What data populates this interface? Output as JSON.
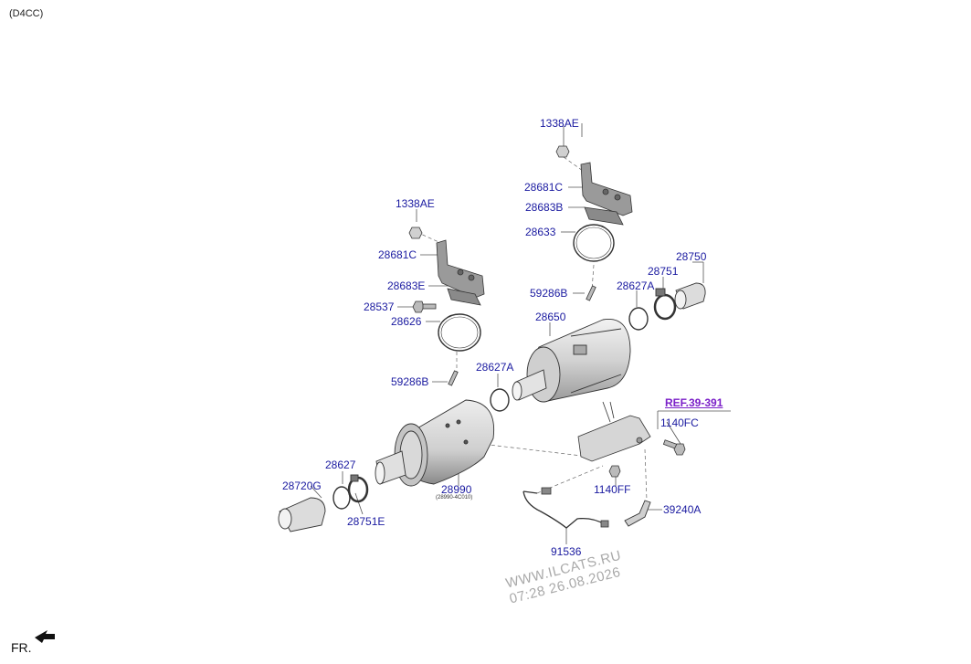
{
  "header": {
    "variant": "(D4CC)"
  },
  "footer": {
    "direction": "FR."
  },
  "watermark": {
    "line1": "WWW.ILCATS.RU",
    "line2": "07:28 26.08.2026"
  },
  "labels": {
    "p1338ae_top": "1338AE",
    "p28681c_top": "28681C",
    "p28683b": "28683B",
    "p28633": "28633",
    "p59286b_top": "59286B",
    "p28627a_top": "28627A",
    "p28751_top": "28751",
    "p28750": "28750",
    "p28650": "28650",
    "p1338ae_left": "1338AE",
    "p28681c_left": "28681C",
    "p28683e": "28683E",
    "p28537": "28537",
    "p28626": "28626",
    "p59286b_left": "59286B",
    "p28627a_mid": "28627A",
    "ref": "REF.39-391",
    "p1140fc": "1140FC",
    "p1140ff": "1140FF",
    "p39240a": "39240A",
    "p91536": "91536",
    "p28990": "28990",
    "p28990_sub": "(28990-4C010)",
    "p28627": "28627",
    "p28720g": "28720G",
    "p28751e": "28751E"
  },
  "colors": {
    "label": "#1a1aa0",
    "ref": "#7b20c8",
    "part_stroke": "#333333",
    "part_fill": "#e6e6e6"
  }
}
